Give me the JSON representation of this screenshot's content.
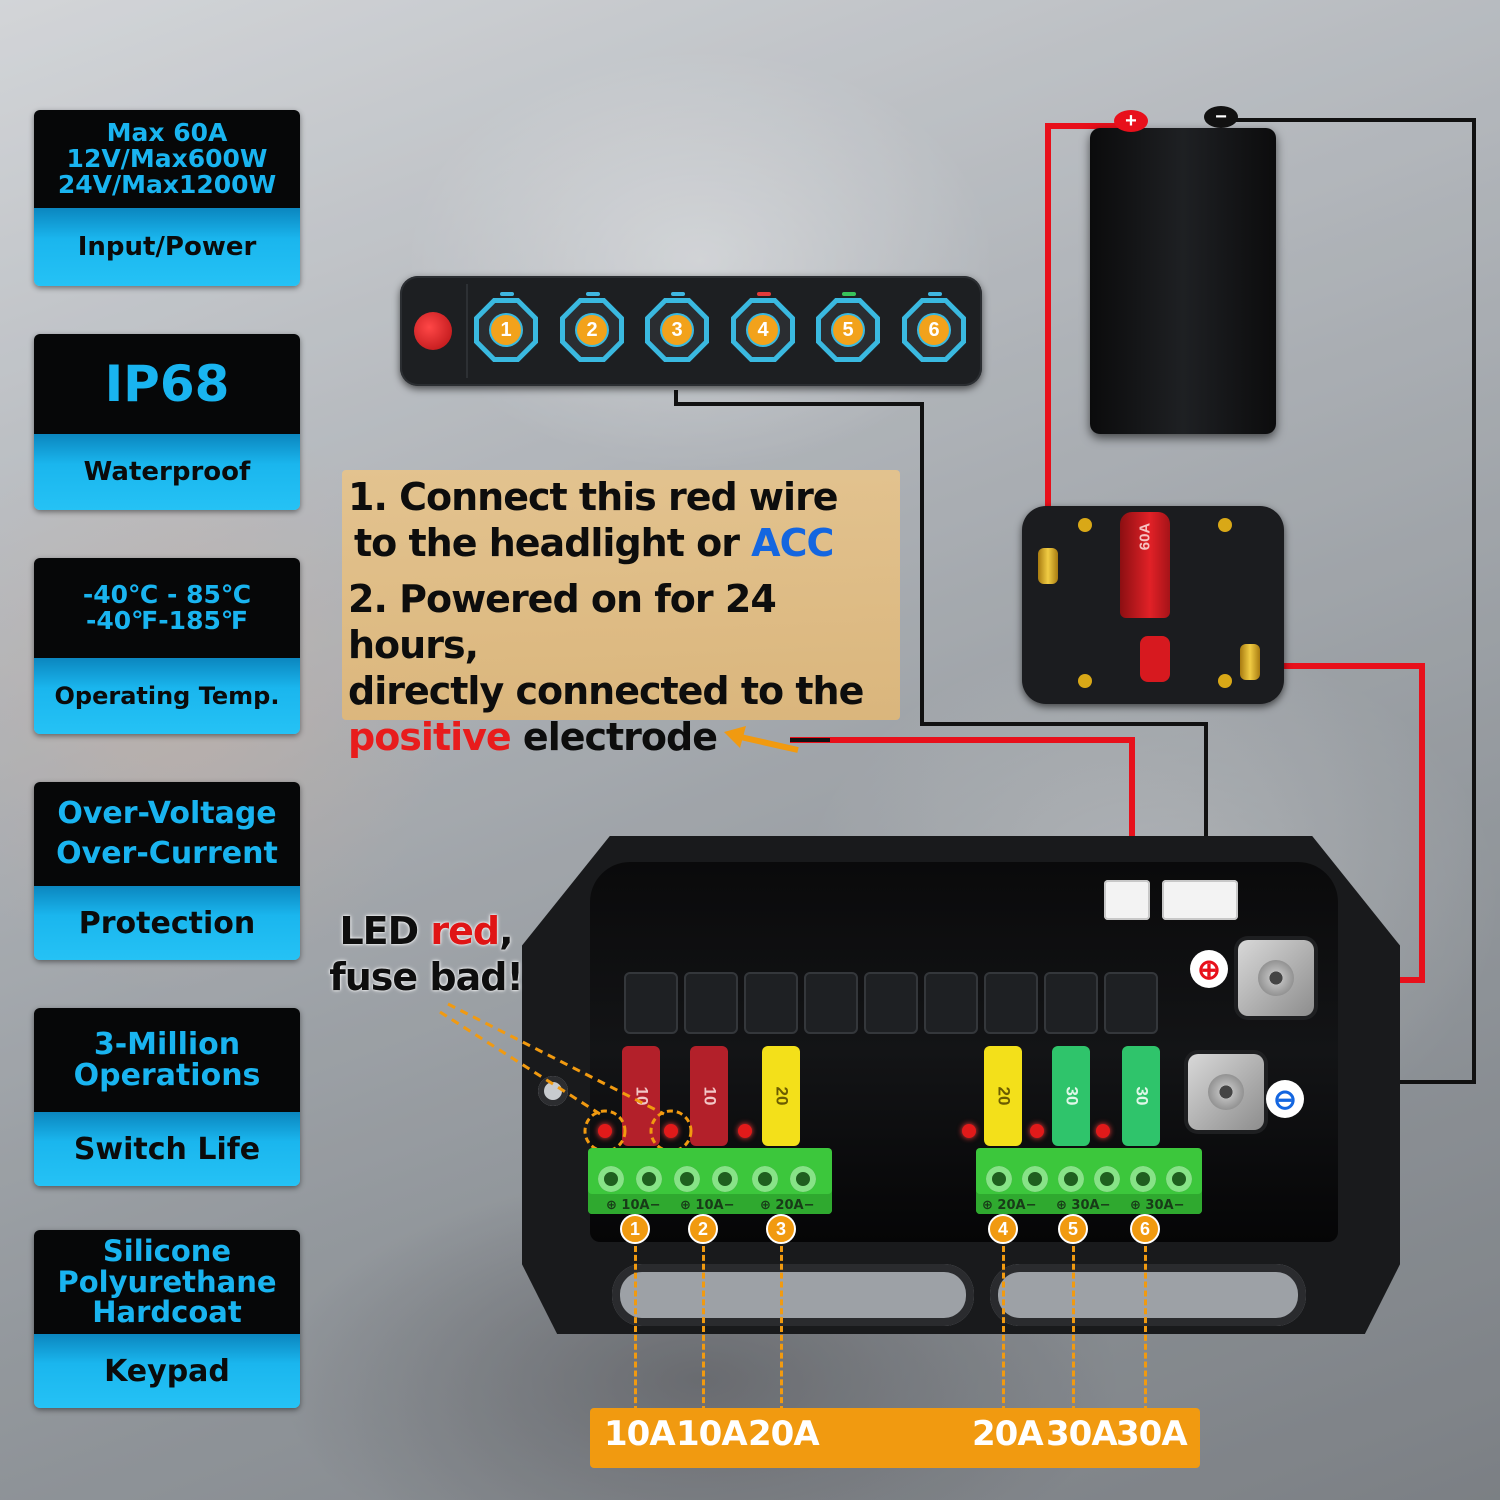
{
  "specs": [
    {
      "top_lines": [
        "Max 60A",
        "12V/Max600W",
        "24V/Max1200W"
      ],
      "bottom": "Input/Power"
    },
    {
      "top_lines": [
        "IP68"
      ],
      "bottom": "Waterproof"
    },
    {
      "top_lines": [
        "-40℃ - 85℃",
        "-40℉-185℉"
      ],
      "bottom": "Operating Temp."
    },
    {
      "top_lines": [
        "Over-Voltage",
        "Over-Current"
      ],
      "bottom": "Protection"
    },
    {
      "top_lines": [
        "3-Million",
        "Operations"
      ],
      "bottom": "Switch Life"
    },
    {
      "top_lines": [
        "Silicone",
        "Polyurethane",
        "Hardcoat"
      ],
      "bottom": "Keypad"
    }
  ],
  "keypad": {
    "keys": [
      "1",
      "2",
      "3",
      "4",
      "5",
      "6"
    ],
    "led_colors": [
      "#3fb6e0",
      "#3fb6e0",
      "#3fb6e0",
      "#e23a3a",
      "#38c25a",
      "#3fb6e0"
    ]
  },
  "breaker": {
    "rating": "60A"
  },
  "battery": {
    "positive": "+",
    "negative": "−"
  },
  "note": {
    "line1": "1. Connect this red wire",
    "line2_a": "to the headlight or ",
    "line2_acc": "ACC",
    "line3": "2. Powered on for 24 hours,",
    "line4": "directly connected to the",
    "line5_pos": "positive",
    "line5_b": " electrode"
  },
  "led_note": {
    "a": "LED ",
    "red": "red",
    "b": ",",
    "c": "fuse bad!"
  },
  "fuses": [
    "10",
    "10",
    "20",
    "20",
    "30",
    "30"
  ],
  "fuse_colors": [
    "#b3202a",
    "#b3202a",
    "#f3e01a",
    "#f3e01a",
    "#2fc46b",
    "#2fc46b"
  ],
  "terminal_labels": [
    "⊕ 10A−",
    "⊕ 10A−",
    "⊕ 20A−",
    "⊕ 20A−",
    "⊕ 30A−",
    "⊕ 30A−"
  ],
  "channel_numbers": [
    "1",
    "2",
    "3",
    "4",
    "5",
    "6"
  ],
  "amps": [
    "10A",
    "10A",
    "20A",
    "20A",
    "30A",
    "30A"
  ],
  "polarity": {
    "positive": "⊕",
    "negative": "⊖"
  },
  "colors": {
    "spec_blue": "#19b4f0",
    "accent_orange": "#f19a10",
    "wire_red": "#e8101b",
    "acc_blue": "#1466e0"
  }
}
